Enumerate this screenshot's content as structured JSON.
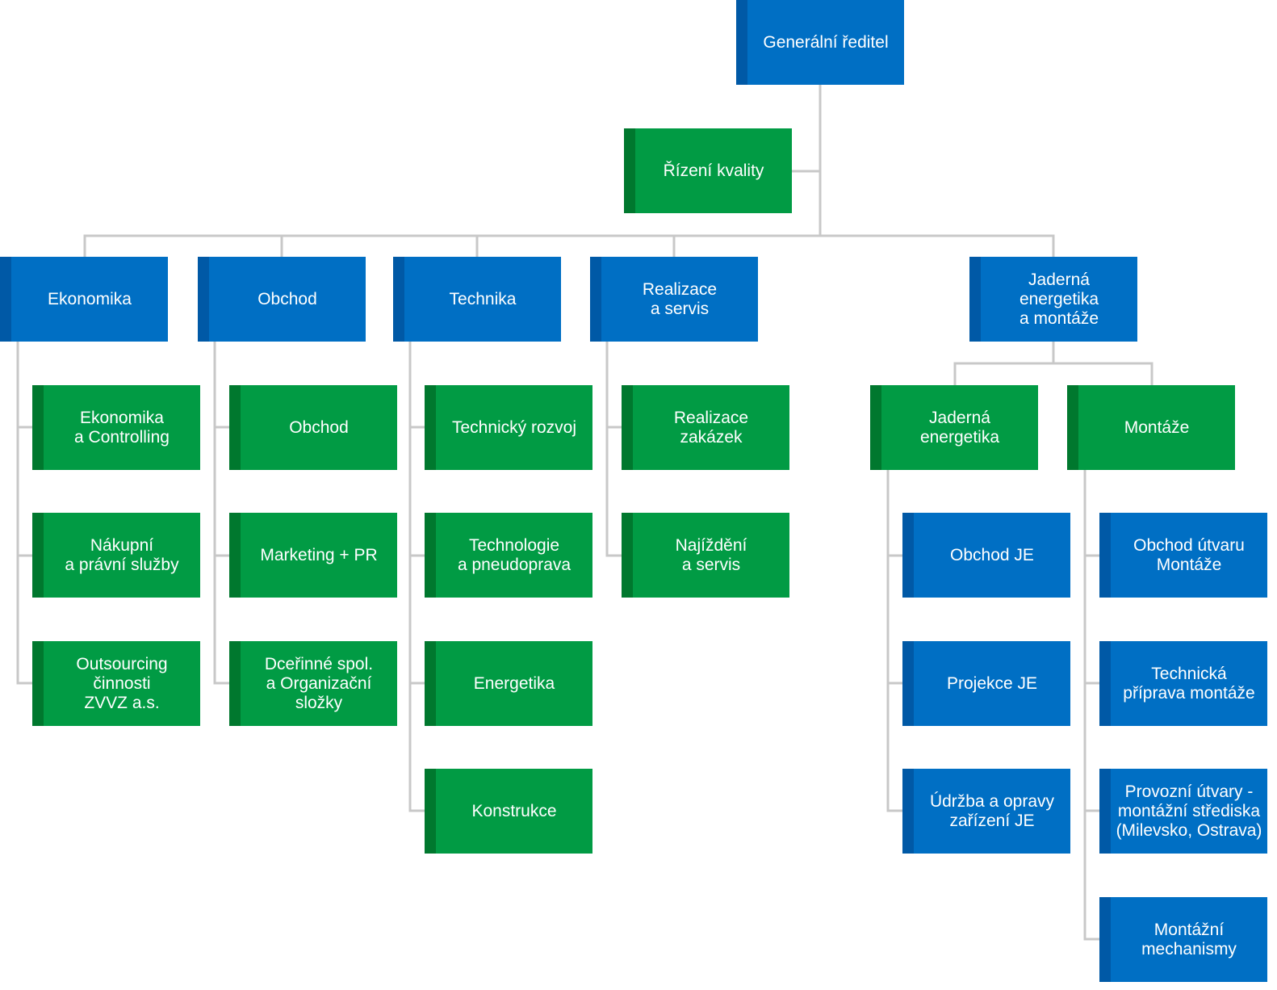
{
  "colors": {
    "blue": "#006fc4",
    "blue_dark": "#0059a6",
    "green": "#019b44",
    "green_dark": "#00782e",
    "connector": "#c8c8c8"
  },
  "org": {
    "ceo": "Generální ředitel",
    "quality": "Řízení kvality",
    "divisions": {
      "ekonomika": {
        "title": "Ekonomika",
        "units": [
          "Ekonomika\na Controlling",
          "Nákupní\na právní služby",
          "Outsourcing\nčinnosti\nZVVZ a.s."
        ]
      },
      "obchod": {
        "title": "Obchod",
        "units": [
          "Obchod",
          "Marketing + PR",
          "Dceřinné spol.\na Organizační\nsložky"
        ]
      },
      "technika": {
        "title": "Technika",
        "units": [
          "Technický rozvoj",
          "Technologie\na pneudoprava",
          "Energetika",
          "Konstrukce"
        ]
      },
      "realizace": {
        "title": "Realizace\na servis",
        "units": [
          "Realizace\nzakázek",
          "Najíždění\na servis"
        ]
      },
      "jaderna": {
        "title": "Jaderná\nenergetika\na montáže",
        "sub": {
          "je": {
            "title": "Jaderná\nenergetika",
            "units": [
              "Obchod JE",
              "Projekce JE",
              "Údržba a opravy\nzařízení JE"
            ]
          },
          "montaze": {
            "title": "Montáže",
            "units": [
              "Obchod útvaru\nMontáže",
              "Technická\npříprava montáže",
              "Provozní útvary -\nmontážní střediska\n(Milevsko, Ostrava)",
              "Montážní\nmechanismy"
            ]
          }
        }
      }
    }
  }
}
